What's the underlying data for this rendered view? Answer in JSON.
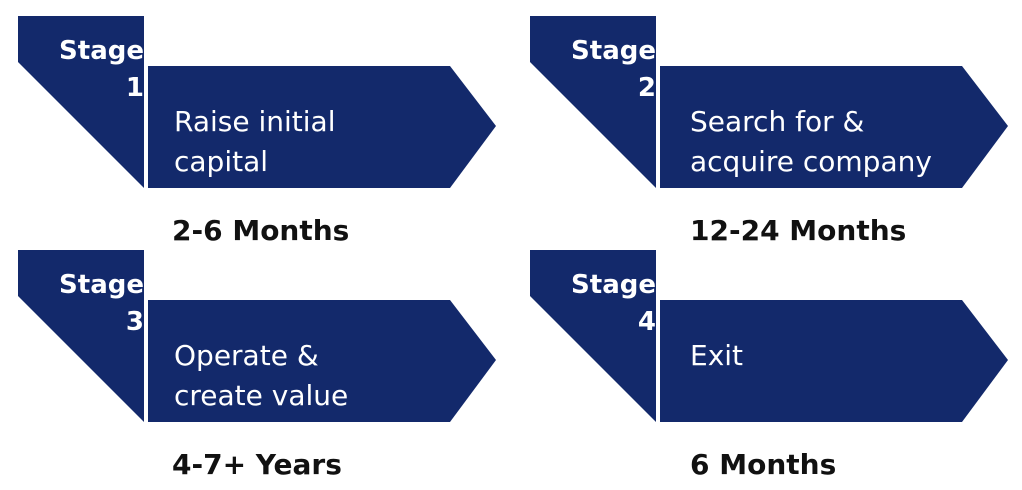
{
  "colors": {
    "primary": "#13296b",
    "text_dark": "#111111",
    "text_light": "#ffffff"
  },
  "stages": [
    {
      "stage_word": "Stage",
      "stage_number": "1",
      "title_lines": [
        "Raise initial",
        "capital"
      ],
      "duration": "2-6 Months"
    },
    {
      "stage_word": "Stage",
      "stage_number": "2",
      "title_lines": [
        "Search for &",
        "acquire company"
      ],
      "duration": "12-24 Months"
    },
    {
      "stage_word": "Stage",
      "stage_number": "3",
      "title_lines": [
        "Operate &",
        "create value"
      ],
      "duration": "4-7+ Years"
    },
    {
      "stage_word": "Stage",
      "stage_number": "4",
      "title_lines": [
        "Exit",
        ""
      ],
      "duration": "6 Months"
    }
  ]
}
